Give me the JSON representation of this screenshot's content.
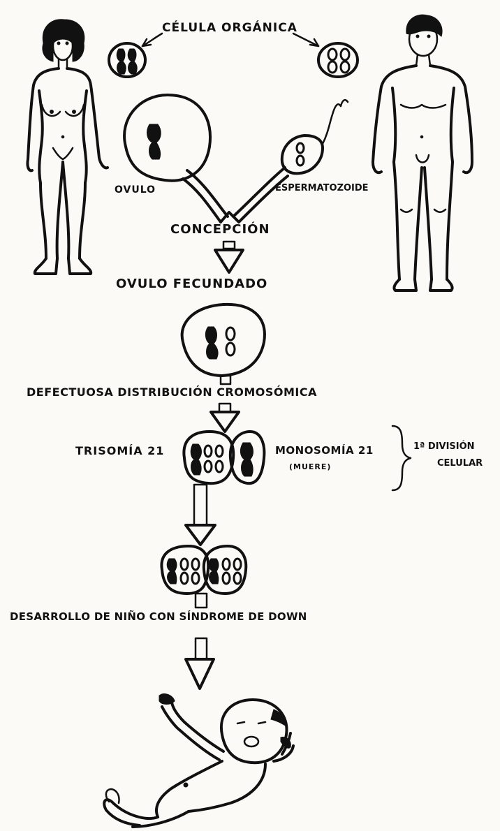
{
  "labels": {
    "celula_organica": "Célula Orgánica",
    "ovulo": "Ovulo",
    "espermatozoide": "Espermatozoide",
    "concepcion": "Concepción",
    "ovulo_fecundado": "Ovulo Fecundado",
    "defectuosa": "Defectuosa Distribución Cromosómica",
    "trisomia": "Trisomía 21",
    "monosomia": "Monosomía 21",
    "muere": "(muere)",
    "division_1": "1ª División",
    "division_2": "Celular",
    "desarrollo": "Desarrollo de niño con Síndrome de Down"
  },
  "icons": [
    "woman-figure-icon",
    "man-figure-icon",
    "baby-figure-icon",
    "chromosome-icon",
    "down-arrow-icon",
    "curly-brace-icon"
  ]
}
